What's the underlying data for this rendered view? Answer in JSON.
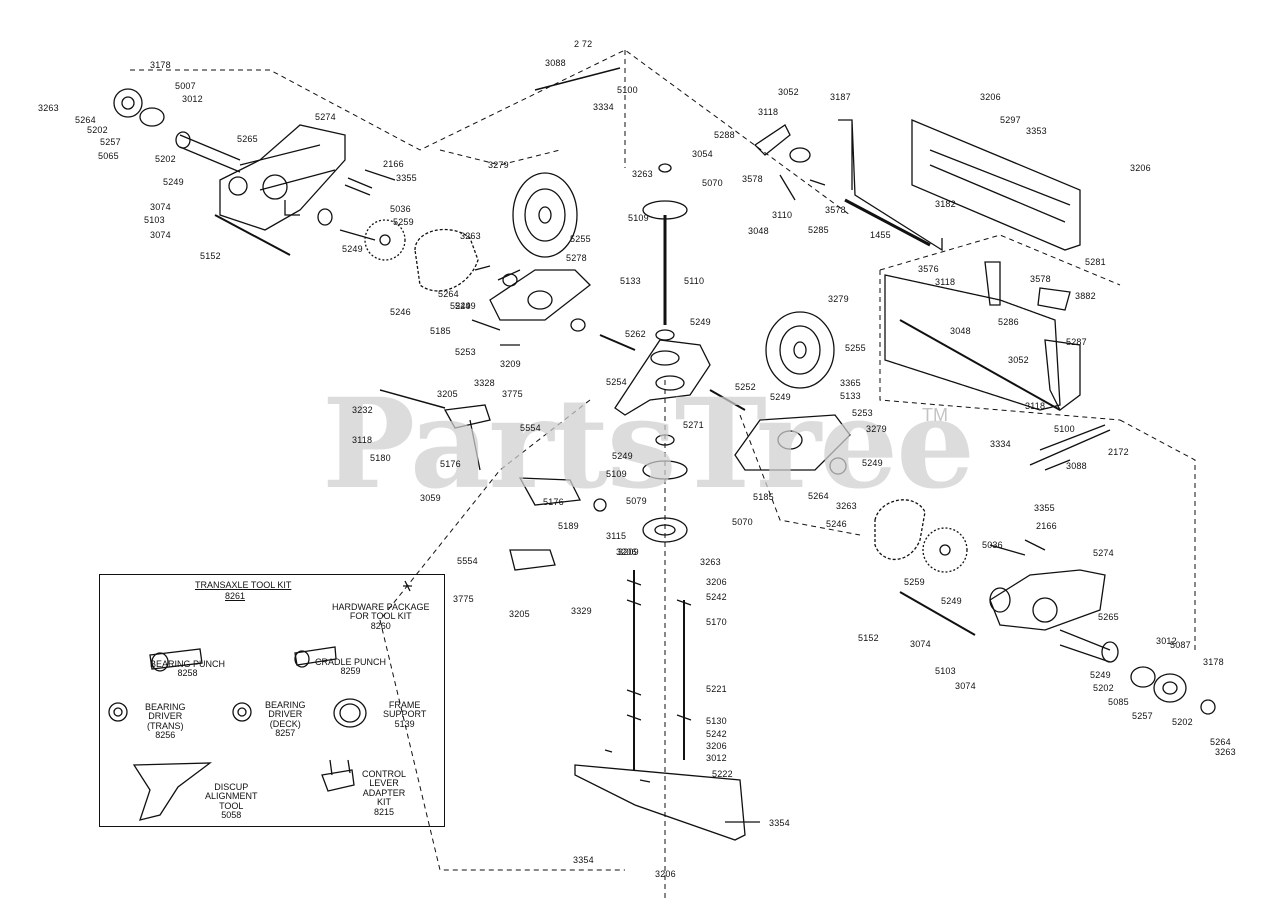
{
  "watermark": {
    "text": "PartsTree",
    "tm": "TM"
  },
  "kit": {
    "title": "TRANSAXLE TOOL KIT",
    "number": "8261",
    "hardware": [
      "HARDWARE PACKAGE",
      "FOR TOOL KIT",
      "8260"
    ],
    "bearing_punch": [
      "BEARING PUNCH",
      "8258"
    ],
    "cradle_punch": [
      "CRADLE PUNCH",
      "8259"
    ],
    "bearing_driver_trans": [
      "BEARING",
      "DRIVER",
      "(TRANS)",
      "8256"
    ],
    "bearing_driver_deck": [
      "BEARING",
      "DRIVER",
      "(DECK)",
      "8257"
    ],
    "frame_support": [
      "FRAME",
      "SUPPORT",
      "5139"
    ],
    "discup_tool": [
      "DISCUP",
      "ALIGNMENT",
      "TOOL",
      "5058"
    ],
    "control_lever_kit": [
      "CONTROL",
      "LEVER",
      "ADAPTER",
      "KIT",
      "8215"
    ]
  },
  "callouts": [
    "3178",
    "5007",
    "3012",
    "3263",
    "5264",
    "5202",
    "5257",
    "5065",
    "5202",
    "5265",
    "5274",
    "5249",
    "2166",
    "3355",
    "3074",
    "5036",
    "5103",
    "3074",
    "5259",
    "5249",
    "5152",
    "3279",
    "5255",
    "5278",
    "5133",
    "5249",
    "5264",
    "5249",
    "5185",
    "5262",
    "5253",
    "3209",
    "3263",
    "5246",
    "2 72",
    "3088",
    "5100",
    "3334",
    "3052",
    "3187",
    "3118",
    "5288",
    "3054",
    "3578",
    "3578",
    "3048",
    "3110",
    "5285",
    "1455",
    "3206",
    "5297",
    "3353",
    "3206",
    "3182",
    "5281",
    "3263",
    "5070",
    "5109",
    "5110",
    "5249",
    "5254",
    "3576",
    "3118",
    "3578",
    "3048",
    "5286",
    "3882",
    "5287",
    "3052",
    "3118",
    "3279",
    "5255",
    "3365",
    "5133",
    "5253",
    "5252",
    "5249",
    "3279",
    "5249",
    "5264",
    "3263",
    "5185",
    "5246",
    "5271",
    "5249",
    "5109",
    "5070",
    "5079",
    "3263",
    "3209",
    "3232",
    "3205",
    "3328",
    "3775",
    "5554",
    "3118",
    "5180",
    "5176",
    "3059",
    "5176",
    "5189",
    "3115",
    "3206",
    "5554",
    "3775",
    "3205",
    "3329",
    "3206",
    "5242",
    "5170",
    "5221",
    "5130",
    "5242",
    "3206",
    "3012",
    "5222",
    "3354",
    "3354",
    "3206",
    "3355",
    "2166",
    "5274",
    "5036",
    "5259",
    "5249",
    "5265",
    "5152",
    "3074",
    "5103",
    "3074",
    "3012",
    "5087",
    "5249",
    "5202",
    "5085",
    "3178",
    "5257",
    "5202",
    "5264",
    "3263",
    "5100",
    "3334",
    "2172",
    "3088"
  ]
}
